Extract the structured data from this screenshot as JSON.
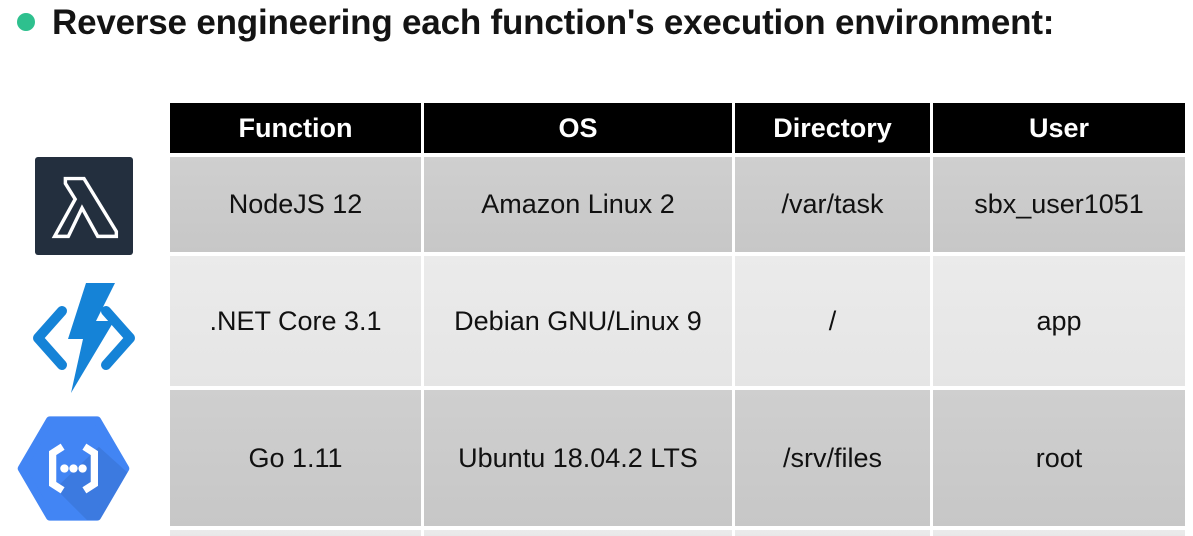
{
  "title": {
    "text": "Reverse engineering each function's execution environment:",
    "bullet_color": "#2ec08e"
  },
  "colors": {
    "header_bg": "#000000",
    "header_text": "#ffffff",
    "row_dark": "#cacaca",
    "row_light": "#e9e9e9",
    "aws_navy": "#232f3e",
    "azure_blue": "#1583d7",
    "gcp_blue": "#4285f4"
  },
  "table": {
    "headers": [
      "Function",
      "OS",
      "Directory",
      "User"
    ],
    "rows": [
      {
        "platform": "aws-lambda",
        "cells": [
          "NodeJS 12",
          "Amazon Linux 2",
          "/var/task",
          "sbx_user1051"
        ]
      },
      {
        "platform": "azure-functions",
        "cells": [
          ".NET Core 3.1",
          "Debian GNU/Linux 9",
          "/",
          "app"
        ]
      },
      {
        "platform": "google-cloud-functions",
        "cells": [
          "Go 1.11",
          "Ubuntu 18.04.2 LTS",
          "/srv/files",
          "root"
        ]
      }
    ]
  },
  "icons": [
    {
      "name": "aws-lambda-icon"
    },
    {
      "name": "azure-functions-icon"
    },
    {
      "name": "google-cloud-functions-icon"
    }
  ]
}
